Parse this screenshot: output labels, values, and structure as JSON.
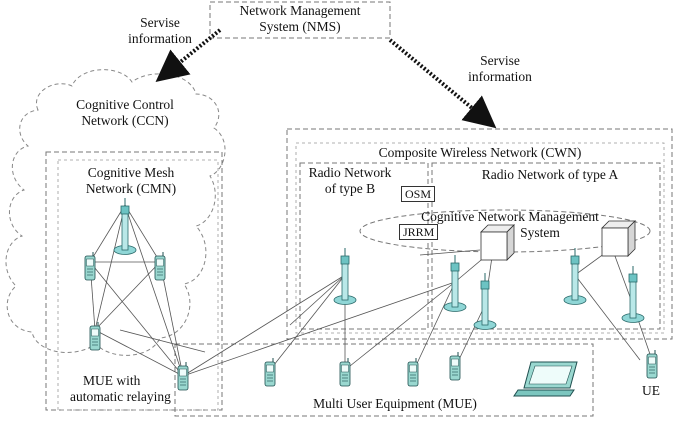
{
  "nms": {
    "line1": "Network Management",
    "line2": "System (NMS)"
  },
  "servise_left": {
    "line1": "Servise",
    "line2": "information"
  },
  "servise_right": {
    "line1": "Servise",
    "line2": "information"
  },
  "ccn": {
    "line1": "Cognitive Control",
    "line2": "Network (CCN)"
  },
  "cmn": {
    "line1": "Cognitive Mesh",
    "line2": "Network (CMN)"
  },
  "cwn": {
    "label": "Composite Wireless  Network (CWN)"
  },
  "radio_b": {
    "line1": "Radio Network",
    "line2": "of type B"
  },
  "radio_a": {
    "label": "Radio Network of type A"
  },
  "osm": "OSM",
  "jrrm": "JRRM",
  "cnms": {
    "line1": "Cognitive Network Management",
    "line2": "System"
  },
  "mue_relay": {
    "line1": "MUE with",
    "line2": "automatic relaying"
  },
  "mue": "Multi User Equipment (MUE)",
  "ue": "UE",
  "icons": [
    "base-station-icon",
    "mobile-phone-icon",
    "laptop-icon",
    "server-cube-icon",
    "cloud-icon"
  ]
}
